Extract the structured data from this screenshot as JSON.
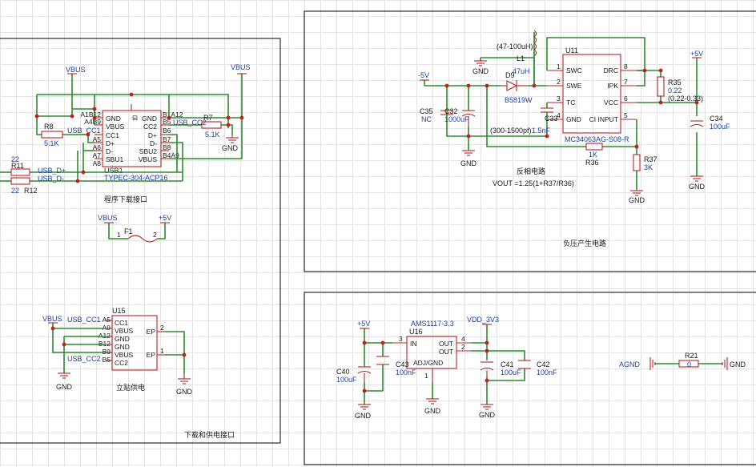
{
  "panels": {
    "usb_download": "程序下载接口",
    "smd_power": "立贴供电",
    "download_power": "下载和供电接口",
    "inverting": "反相电路",
    "neg_gen": "负压产生电路"
  },
  "formula": "VOUT =1.25(1+R37/R36)",
  "components": {
    "usb1_ref": "USB1",
    "usb1_part": "TYPEC-304-ACP16",
    "u15_ref": "U15",
    "u11_ref": "U11",
    "u11_part": "MC34063AG-S08-R",
    "u16_ref": "U16",
    "u16_part": "AMS1117-3.3",
    "f1_ref": "F1",
    "r8_ref": "R8",
    "r8_val": "5.1K",
    "r7_ref": "R7",
    "r7_val": "5.1K",
    "r11_ref": "R11",
    "r11_val": "22",
    "r12_ref": "R12",
    "r12_val": "22",
    "r35_ref": "R35",
    "r35_val": "0.22",
    "r35_note": "(0.22-0.33)",
    "r36_ref": "R36",
    "r36_val": "1K",
    "r37_ref": "R37",
    "r37_val": "3K",
    "r21_ref": "R21",
    "r21_val": "0",
    "l1_ref": "L1",
    "l1_val": "47uH",
    "l1_note": "(47-100uH)",
    "d9_ref": "D9",
    "d9_part": "B5819W",
    "c35_ref": "C35",
    "c35_val": "NC",
    "c32_ref": "C32",
    "c32_val": "1000uF",
    "c33_ref": "C33",
    "c33_val": "1.5nF",
    "c33_note": "(300-1500pf)",
    "c34_ref": "C34",
    "c34_val": "100uF",
    "c40_ref": "C40",
    "c40_val": "100uF",
    "c43_ref": "C43",
    "c43_val": "100nF",
    "c41_ref": "C41",
    "c41_val": "100uF",
    "c42_ref": "C42",
    "c42_val": "100nF"
  },
  "nets": {
    "vbus": "VBUS",
    "p5v": "+5V",
    "n5v": "-5V",
    "gnd": "GND",
    "vdd": "VDD_3V3",
    "agnd": "AGND",
    "usb_cc1": "USB_CC1",
    "usb_cc2": "USB_CC2",
    "usb_dp": "USB_D+",
    "usb_dm": "USB_D-"
  },
  "usb1": {
    "left_nums": [
      "A1B12",
      "A4B9",
      "A5",
      "A6",
      "A7",
      "A8"
    ],
    "left_names": [
      "GND",
      "VBUS",
      "CC1",
      "D+",
      "D-",
      "SBU1"
    ],
    "right_nums": [
      "B1A12",
      "B5",
      "B6",
      "B7",
      "B8",
      "B4A9"
    ],
    "right_names": [
      "GND",
      "CC2",
      "D+",
      "D-",
      "SBU2",
      "VBUS"
    ]
  },
  "u15": {
    "left_nums": [
      "A5",
      "A9",
      "A12",
      "B12",
      "B9",
      "B5"
    ],
    "left_names": [
      "CC1",
      "VBUS",
      "GND",
      "GND",
      "VBUS",
      "CC2"
    ],
    "right_names": [
      "EP",
      "EP"
    ],
    "right_nums": [
      "2",
      "1"
    ]
  },
  "u11": {
    "left_names": [
      "SWC",
      "SWE",
      "TC",
      "GND"
    ],
    "left_nums": [
      "1",
      "2",
      "3",
      "4"
    ],
    "right_names": [
      "DRC",
      "IPK",
      "VCC",
      "CI INPUT"
    ],
    "right_nums": [
      "8",
      "7",
      "6",
      "5"
    ]
  },
  "u16": {
    "in_name": "IN",
    "in_num": "3",
    "out_name": "OUT",
    "out_nums": [
      "4",
      "2"
    ],
    "adj_name": "ADJ/GND",
    "adj_num": "1"
  },
  "f1_pins": [
    "1",
    "2"
  ]
}
